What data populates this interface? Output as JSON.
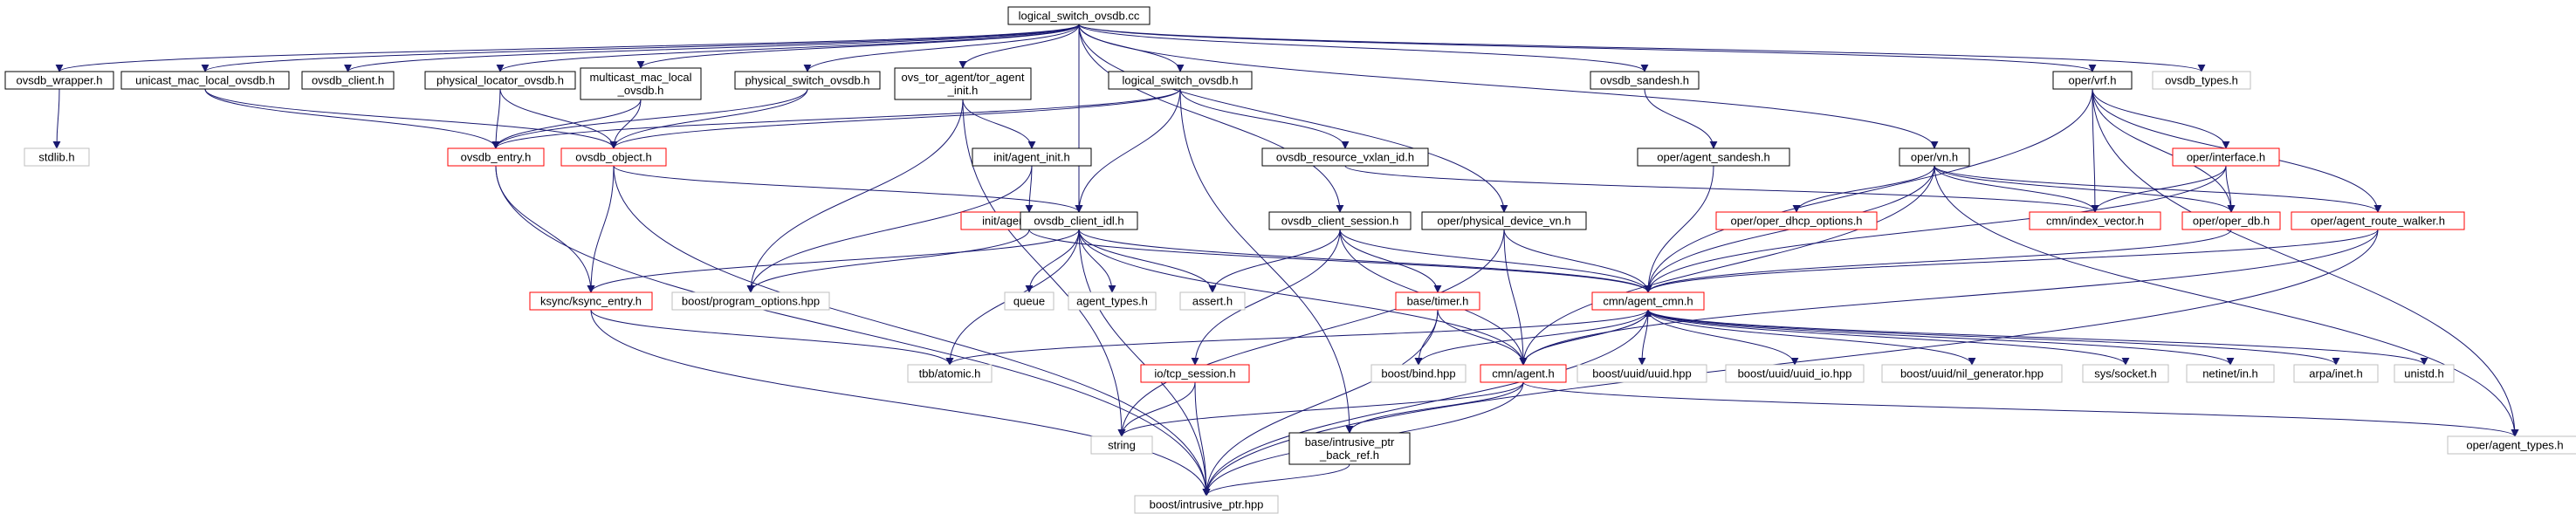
{
  "colors": {
    "edge": "#191970",
    "root_fill": "#bfbfbf",
    "border_plain": "#000000",
    "border_incomplete": "#ff0000",
    "border_external": "#bfbfbf"
  },
  "nodes": [
    {
      "id": "root",
      "kind": "root",
      "lines": [
        "logical_switch_ovsdb.cc"
      ]
    },
    {
      "id": "ovsdb_wrapper",
      "kind": "plain",
      "lines": [
        "ovsdb_wrapper.h"
      ]
    },
    {
      "id": "unicast_mac_local",
      "kind": "plain",
      "lines": [
        "unicast_mac_local_ovsdb.h"
      ]
    },
    {
      "id": "ovsdb_client",
      "kind": "plain",
      "lines": [
        "ovsdb_client.h"
      ]
    },
    {
      "id": "physical_locator",
      "kind": "plain",
      "lines": [
        "physical_locator_ovsdb.h"
      ]
    },
    {
      "id": "multicast_mac_local",
      "kind": "plain",
      "lines": [
        "multicast_mac_local",
        "_ovsdb.h"
      ]
    },
    {
      "id": "physical_switch",
      "kind": "plain",
      "lines": [
        "physical_switch_ovsdb.h"
      ]
    },
    {
      "id": "ovs_tor_agent",
      "kind": "plain",
      "lines": [
        "ovs_tor_agent/tor_agent",
        "_init.h"
      ]
    },
    {
      "id": "logical_switch_h",
      "kind": "plain",
      "lines": [
        "logical_switch_ovsdb.h"
      ]
    },
    {
      "id": "ovsdb_sandesh",
      "kind": "plain",
      "lines": [
        "ovsdb_sandesh.h"
      ]
    },
    {
      "id": "oper_vrf",
      "kind": "plain",
      "lines": [
        "oper/vrf.h"
      ]
    },
    {
      "id": "ovsdb_types",
      "kind": "external",
      "lines": [
        "ovsdb_types.h"
      ]
    },
    {
      "id": "stdlib",
      "kind": "external",
      "lines": [
        "stdlib.h"
      ]
    },
    {
      "id": "ovsdb_entry",
      "kind": "incomplete",
      "lines": [
        "ovsdb_entry.h"
      ]
    },
    {
      "id": "ovsdb_object",
      "kind": "incomplete",
      "lines": [
        "ovsdb_object.h"
      ]
    },
    {
      "id": "init_agent_init",
      "kind": "plain",
      "lines": [
        "init/agent_init.h"
      ]
    },
    {
      "id": "ovsdb_resource_vxlan",
      "kind": "plain",
      "lines": [
        "ovsdb_resource_vxlan_id.h"
      ]
    },
    {
      "id": "oper_agent_sandesh",
      "kind": "plain",
      "lines": [
        "oper/agent_sandesh.h"
      ]
    },
    {
      "id": "oper_vn",
      "kind": "plain",
      "lines": [
        "oper/vn.h"
      ]
    },
    {
      "id": "oper_interface",
      "kind": "incomplete",
      "lines": [
        "oper/interface.h"
      ]
    },
    {
      "id": "init_agent_param",
      "kind": "incomplete",
      "lines": [
        "init/agent_param.h"
      ]
    },
    {
      "id": "ovsdb_client_idl",
      "kind": "plain",
      "lines": [
        "ovsdb_client_idl.h"
      ]
    },
    {
      "id": "ovsdb_client_session",
      "kind": "plain",
      "lines": [
        "ovsdb_client_session.h"
      ]
    },
    {
      "id": "oper_physical_device_vn",
      "kind": "plain",
      "lines": [
        "oper/physical_device_vn.h"
      ]
    },
    {
      "id": "oper_dhcp_options",
      "kind": "incomplete",
      "lines": [
        "oper/oper_dhcp_options.h"
      ]
    },
    {
      "id": "cmn_index_vector",
      "kind": "incomplete",
      "lines": [
        "cmn/index_vector.h"
      ]
    },
    {
      "id": "oper_oper_db",
      "kind": "incomplete",
      "lines": [
        "oper/oper_db.h"
      ]
    },
    {
      "id": "oper_agent_route_walker",
      "kind": "incomplete",
      "lines": [
        "oper/agent_route_walker.h"
      ]
    },
    {
      "id": "ksync_ksync_entry",
      "kind": "incomplete",
      "lines": [
        "ksync/ksync_entry.h"
      ]
    },
    {
      "id": "boost_program_options",
      "kind": "external",
      "lines": [
        "boost/program_options.hpp"
      ]
    },
    {
      "id": "queue",
      "kind": "external",
      "lines": [
        "queue"
      ]
    },
    {
      "id": "agent_types",
      "kind": "external",
      "lines": [
        "agent_types.h"
      ]
    },
    {
      "id": "assert",
      "kind": "external",
      "lines": [
        "assert.h"
      ]
    },
    {
      "id": "base_timer",
      "kind": "incomplete",
      "lines": [
        "base/timer.h"
      ]
    },
    {
      "id": "cmn_agent_cmn",
      "kind": "incomplete",
      "lines": [
        "cmn/agent_cmn.h"
      ]
    },
    {
      "id": "tbb_atomic",
      "kind": "external",
      "lines": [
        "tbb/atomic.h"
      ]
    },
    {
      "id": "boost_bind",
      "kind": "external",
      "lines": [
        "boost/bind.hpp"
      ]
    },
    {
      "id": "cmn_agent",
      "kind": "incomplete",
      "lines": [
        "cmn/agent.h"
      ]
    },
    {
      "id": "boost_uuid",
      "kind": "external",
      "lines": [
        "boost/uuid/uuid.hpp"
      ]
    },
    {
      "id": "boost_uuid_io",
      "kind": "external",
      "lines": [
        "boost/uuid/uuid_io.hpp"
      ]
    },
    {
      "id": "boost_uuid_nil",
      "kind": "external",
      "lines": [
        "boost/uuid/nil_generator.hpp"
      ]
    },
    {
      "id": "sys_socket",
      "kind": "external",
      "lines": [
        "sys/socket.h"
      ]
    },
    {
      "id": "netinet_in",
      "kind": "external",
      "lines": [
        "netinet/in.h"
      ]
    },
    {
      "id": "arpa_inet",
      "kind": "external",
      "lines": [
        "arpa/inet.h"
      ]
    },
    {
      "id": "unistd",
      "kind": "external",
      "lines": [
        "unistd.h"
      ]
    },
    {
      "id": "io_tcp_session",
      "kind": "incomplete",
      "lines": [
        "io/tcp_session.h"
      ]
    },
    {
      "id": "string",
      "kind": "external",
      "lines": [
        "string"
      ]
    },
    {
      "id": "base_intrusive_ptr_back_ref",
      "kind": "plain",
      "lines": [
        "base/intrusive_ptr",
        "_back_ref.h"
      ]
    },
    {
      "id": "oper_agent_types",
      "kind": "external",
      "lines": [
        "oper/agent_types.h"
      ]
    },
    {
      "id": "boost_intrusive_ptr",
      "kind": "external",
      "lines": [
        "boost/intrusive_ptr.hpp"
      ]
    }
  ],
  "edges": [
    [
      "root",
      "ovsdb_wrapper"
    ],
    [
      "root",
      "unicast_mac_local"
    ],
    [
      "root",
      "ovsdb_client"
    ],
    [
      "root",
      "physical_locator"
    ],
    [
      "root",
      "multicast_mac_local"
    ],
    [
      "root",
      "physical_switch"
    ],
    [
      "root",
      "ovs_tor_agent"
    ],
    [
      "root",
      "logical_switch_h"
    ],
    [
      "root",
      "ovsdb_sandesh"
    ],
    [
      "root",
      "oper_vrf"
    ],
    [
      "root",
      "ovsdb_types"
    ],
    [
      "root",
      "ovsdb_client_idl"
    ],
    [
      "root",
      "ovsdb_client_session"
    ],
    [
      "root",
      "oper_physical_device_vn"
    ],
    [
      "root",
      "oper_vn"
    ],
    [
      "ovsdb_wrapper",
      "stdlib"
    ],
    [
      "unicast_mac_local",
      "ovsdb_entry"
    ],
    [
      "unicast_mac_local",
      "ovsdb_object"
    ],
    [
      "physical_locator",
      "ovsdb_entry"
    ],
    [
      "physical_locator",
      "ovsdb_object"
    ],
    [
      "multicast_mac_local",
      "ovsdb_entry"
    ],
    [
      "multicast_mac_local",
      "ovsdb_object"
    ],
    [
      "physical_switch",
      "ovsdb_entry"
    ],
    [
      "physical_switch",
      "ovsdb_object"
    ],
    [
      "ovs_tor_agent",
      "init_agent_init"
    ],
    [
      "ovs_tor_agent",
      "boost_program_options"
    ],
    [
      "ovs_tor_agent",
      "string"
    ],
    [
      "logical_switch_h",
      "ovsdb_entry"
    ],
    [
      "logical_switch_h",
      "ovsdb_object"
    ],
    [
      "logical_switch_h",
      "ovsdb_resource_vxlan"
    ],
    [
      "logical_switch_h",
      "ovsdb_client_idl"
    ],
    [
      "logical_switch_h",
      "base_intrusive_ptr_back_ref"
    ],
    [
      "ovsdb_sandesh",
      "oper_agent_sandesh"
    ],
    [
      "oper_vrf",
      "oper_interface"
    ],
    [
      "oper_vrf",
      "cmn_index_vector"
    ],
    [
      "oper_vrf",
      "oper_oper_db"
    ],
    [
      "oper_vrf",
      "oper_agent_route_walker"
    ],
    [
      "oper_vrf",
      "cmn_agent_cmn"
    ],
    [
      "oper_vrf",
      "oper_agent_types"
    ],
    [
      "ovsdb_entry",
      "ksync_ksync_entry"
    ],
    [
      "ovsdb_entry",
      "boost_intrusive_ptr"
    ],
    [
      "ovsdb_object",
      "ovsdb_client_idl"
    ],
    [
      "ovsdb_object",
      "ksync_ksync_entry"
    ],
    [
      "ovsdb_object",
      "boost_intrusive_ptr"
    ],
    [
      "init_agent_init",
      "init_agent_param"
    ],
    [
      "init_agent_init",
      "boost_program_options"
    ],
    [
      "ovsdb_resource_vxlan",
      "cmn_index_vector"
    ],
    [
      "oper_agent_sandesh",
      "cmn_agent_cmn"
    ],
    [
      "oper_vn",
      "oper_dhcp_options"
    ],
    [
      "oper_vn",
      "cmn_index_vector"
    ],
    [
      "oper_vn",
      "oper_oper_db"
    ],
    [
      "oper_vn",
      "oper_agent_route_walker"
    ],
    [
      "oper_vn",
      "cmn_agent_cmn"
    ],
    [
      "oper_vn",
      "cmn_agent"
    ],
    [
      "oper_vn",
      "oper_agent_types"
    ],
    [
      "oper_interface",
      "cmn_index_vector"
    ],
    [
      "oper_interface",
      "oper_oper_db"
    ],
    [
      "oper_interface",
      "cmn_agent_cmn"
    ],
    [
      "init_agent_param",
      "boost_program_options"
    ],
    [
      "init_agent_param",
      "cmn_agent_cmn"
    ],
    [
      "ovsdb_client_idl",
      "ksync_ksync_entry"
    ],
    [
      "ovsdb_client_idl",
      "queue"
    ],
    [
      "ovsdb_client_idl",
      "agent_types"
    ],
    [
      "ovsdb_client_idl",
      "assert"
    ],
    [
      "ovsdb_client_idl",
      "tbb_atomic"
    ],
    [
      "ovsdb_client_idl",
      "cmn_agent"
    ],
    [
      "ovsdb_client_idl",
      "cmn_agent_cmn"
    ],
    [
      "ovsdb_client_idl",
      "boost_intrusive_ptr"
    ],
    [
      "ovsdb_client_session",
      "assert"
    ],
    [
      "ovsdb_client_session",
      "base_timer"
    ],
    [
      "ovsdb_client_session",
      "io_tcp_session"
    ],
    [
      "ovsdb_client_session",
      "cmn_agent"
    ],
    [
      "ovsdb_client_session",
      "cmn_agent_cmn"
    ],
    [
      "oper_physical_device_vn",
      "cmn_agent_cmn"
    ],
    [
      "oper_physical_device_vn",
      "cmn_agent"
    ],
    [
      "oper_physical_device_vn",
      "string"
    ],
    [
      "oper_oper_db",
      "cmn_agent_cmn"
    ],
    [
      "oper_agent_route_walker",
      "cmn_agent_cmn"
    ],
    [
      "oper_agent_route_walker",
      "cmn_agent"
    ],
    [
      "oper_agent_route_walker",
      "boost_intrusive_ptr"
    ],
    [
      "ksync_ksync_entry",
      "tbb_atomic"
    ],
    [
      "ksync_ksync_entry",
      "boost_intrusive_ptr"
    ],
    [
      "base_timer",
      "boost_bind"
    ],
    [
      "base_timer",
      "cmn_agent"
    ],
    [
      "base_timer",
      "boost_intrusive_ptr"
    ],
    [
      "cmn_agent_cmn",
      "tbb_atomic"
    ],
    [
      "cmn_agent_cmn",
      "boost_bind"
    ],
    [
      "cmn_agent_cmn",
      "cmn_agent"
    ],
    [
      "cmn_agent_cmn",
      "boost_uuid"
    ],
    [
      "cmn_agent_cmn",
      "boost_uuid_io"
    ],
    [
      "cmn_agent_cmn",
      "boost_uuid_nil"
    ],
    [
      "cmn_agent_cmn",
      "sys_socket"
    ],
    [
      "cmn_agent_cmn",
      "netinet_in"
    ],
    [
      "cmn_agent_cmn",
      "arpa_inet"
    ],
    [
      "cmn_agent_cmn",
      "unistd"
    ],
    [
      "cmn_agent_cmn",
      "boost_intrusive_ptr"
    ],
    [
      "cmn_agent",
      "cmn_agent_cmn"
    ],
    [
      "cmn_agent",
      "string"
    ],
    [
      "cmn_agent",
      "base_intrusive_ptr_back_ref"
    ],
    [
      "cmn_agent",
      "oper_agent_types"
    ],
    [
      "cmn_agent",
      "boost_intrusive_ptr"
    ],
    [
      "io_tcp_session",
      "string"
    ],
    [
      "io_tcp_session",
      "boost_intrusive_ptr"
    ],
    [
      "base_intrusive_ptr_back_ref",
      "boost_intrusive_ptr"
    ]
  ]
}
